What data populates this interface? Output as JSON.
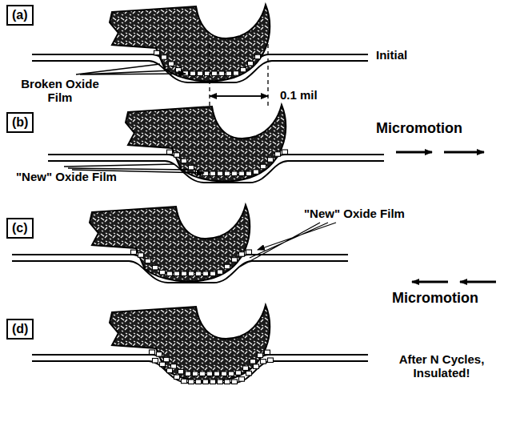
{
  "diagram": {
    "nodes": [
      {
        "text": [
          "(a)"
        ]
      },
      {
        "text": [
          "(b)"
        ]
      },
      {
        "text": [
          "(c)"
        ]
      },
      {
        "text": [
          "(d)"
        ]
      }
    ],
    "labels": [
      "Initial",
      "Broken Oxide Film",
      "0.1 mil",
      "Micromotion",
      "\"New\" Oxide Film",
      "\"New\" Oxide Film",
      "Micromotion",
      "After N Cycles, Insulated!"
    ]
  }
}
